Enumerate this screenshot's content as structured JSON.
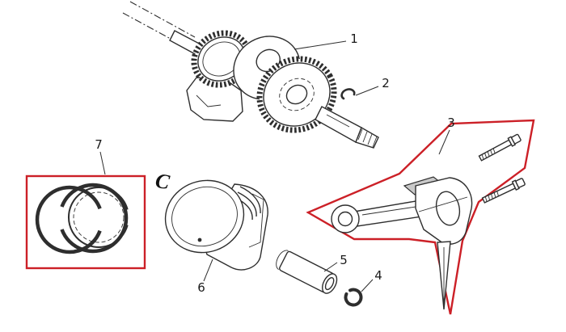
{
  "diagram": {
    "background_color": "#ffffff",
    "line_color": "#2e2e2e",
    "highlight_color": "#cc2027",
    "retaining_ring_symbol": "C",
    "callouts": [
      {
        "num": "1",
        "part": "crankshaft-assembly"
      },
      {
        "num": "2",
        "part": "woodruff-key"
      },
      {
        "num": "3",
        "part": "connecting-rod-assembly"
      },
      {
        "num": "4",
        "part": "piston-pin-retaining-clip"
      },
      {
        "num": "5",
        "part": "piston-pin"
      },
      {
        "num": "6",
        "part": "piston"
      },
      {
        "num": "7",
        "part": "piston-ring-set"
      }
    ]
  }
}
